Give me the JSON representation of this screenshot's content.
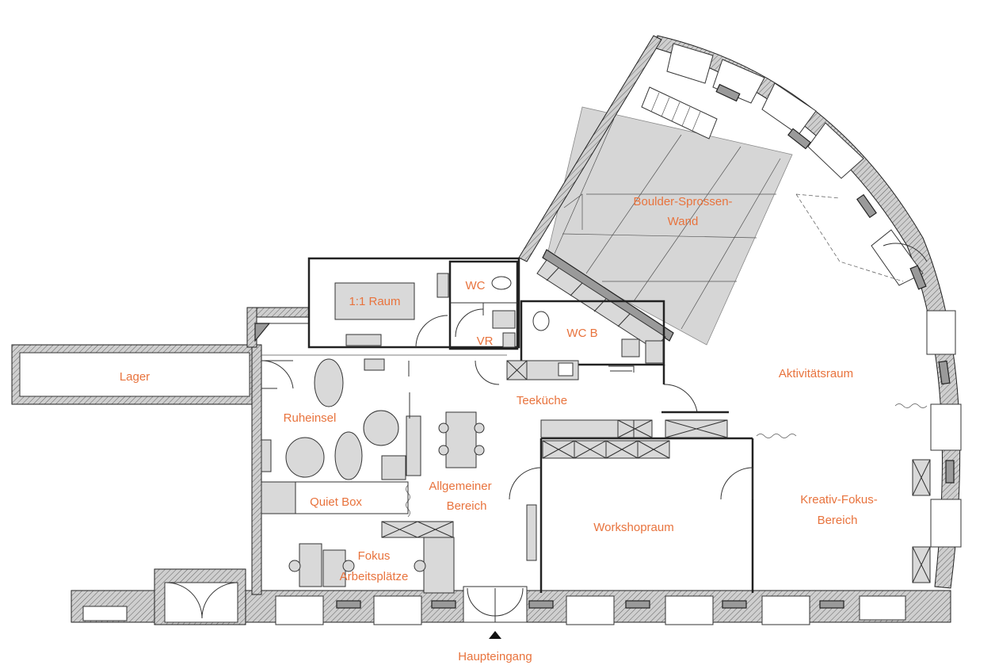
{
  "rooms": {
    "lager": "Lager",
    "raum_1_1": "1:1 Raum",
    "wc": "WC",
    "vr": "VR",
    "wc_b": "WC B",
    "boulder_line1": "Boulder-Sprossen-",
    "boulder_line2": "Wand",
    "aktivitaetsraum": "Aktivitätsraum",
    "ruheinsel": "Ruheinsel",
    "teekueche": "Teeküche",
    "quiet_box": "Quiet Box",
    "allgemein_line1": "Allgemeiner",
    "allgemein_line2": "Bereich",
    "workshopraum": "Workshopraum",
    "kreativ_line1": "Kreativ-Fokus-",
    "kreativ_line2": "Bereich",
    "fokus_line1": "Fokus",
    "fokus_line2": "Arbeitsplätze"
  },
  "entrance": {
    "label": "Haupteingang",
    "icon": "triangle-up-icon"
  },
  "colors": {
    "label": "#e8733d",
    "wall": "#9a9a9a",
    "furniture": "#d9d9d9",
    "boulder_wall": "#d6d6d6"
  }
}
